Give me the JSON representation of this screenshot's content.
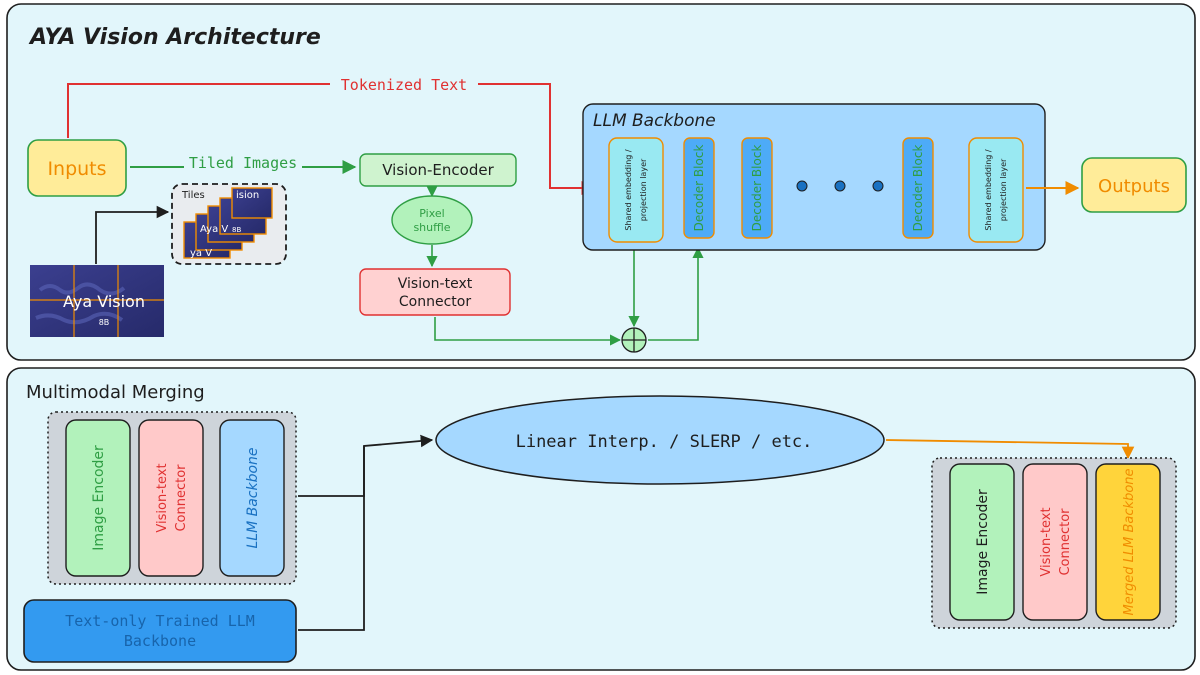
{
  "architecture": {
    "title": "AYA Vision Architecture",
    "inputs_label": "Inputs",
    "tokenized_text_label": "Tokenized Text",
    "tiled_images_label": "Tiled Images",
    "tiles_label": "Tiles",
    "vision_encoder_label": "Vision-Encoder",
    "pixel_shuffle_lines": [
      "Pixel",
      "shuffle"
    ],
    "connector_lines": [
      "Vision-text",
      "Connector"
    ],
    "thumbnail_title": "Aya Vision",
    "thumbnail_subtitle": "8B",
    "tile_fragments": [
      "ision",
      "Aya V",
      "8B",
      "ya V"
    ],
    "llm_backbone_title": "LLM Backbone",
    "shared_layer_lines": [
      "Shared embedding /",
      "projection layer"
    ],
    "decoder_block_label": "Decoder  Block",
    "outputs_label": "Outputs"
  },
  "merging": {
    "title": "Multimodal Merging",
    "image_encoder_label": "Image Encoder",
    "connector_lines": [
      "Vision-text",
      "Connector"
    ],
    "llm_backbone_label": "LLM Backbone",
    "text_only_lines": [
      "Text-only Trained LLM",
      "Backbone"
    ],
    "interp_label": "Linear Interp. / SLERP  / etc.",
    "merged_backbone_label": "Merged LLM Backbone"
  },
  "colors": {
    "panel_bg": "#e2f6fb",
    "green_fill": "#cff3cf",
    "pink_fill": "#ffd1d1",
    "blue_fill": "#a5d8ff",
    "yellow_fill": "#ffec99",
    "red_arrow": "#e03131",
    "green_arrow": "#2f9e44",
    "orange_arrow": "#f08c00"
  }
}
